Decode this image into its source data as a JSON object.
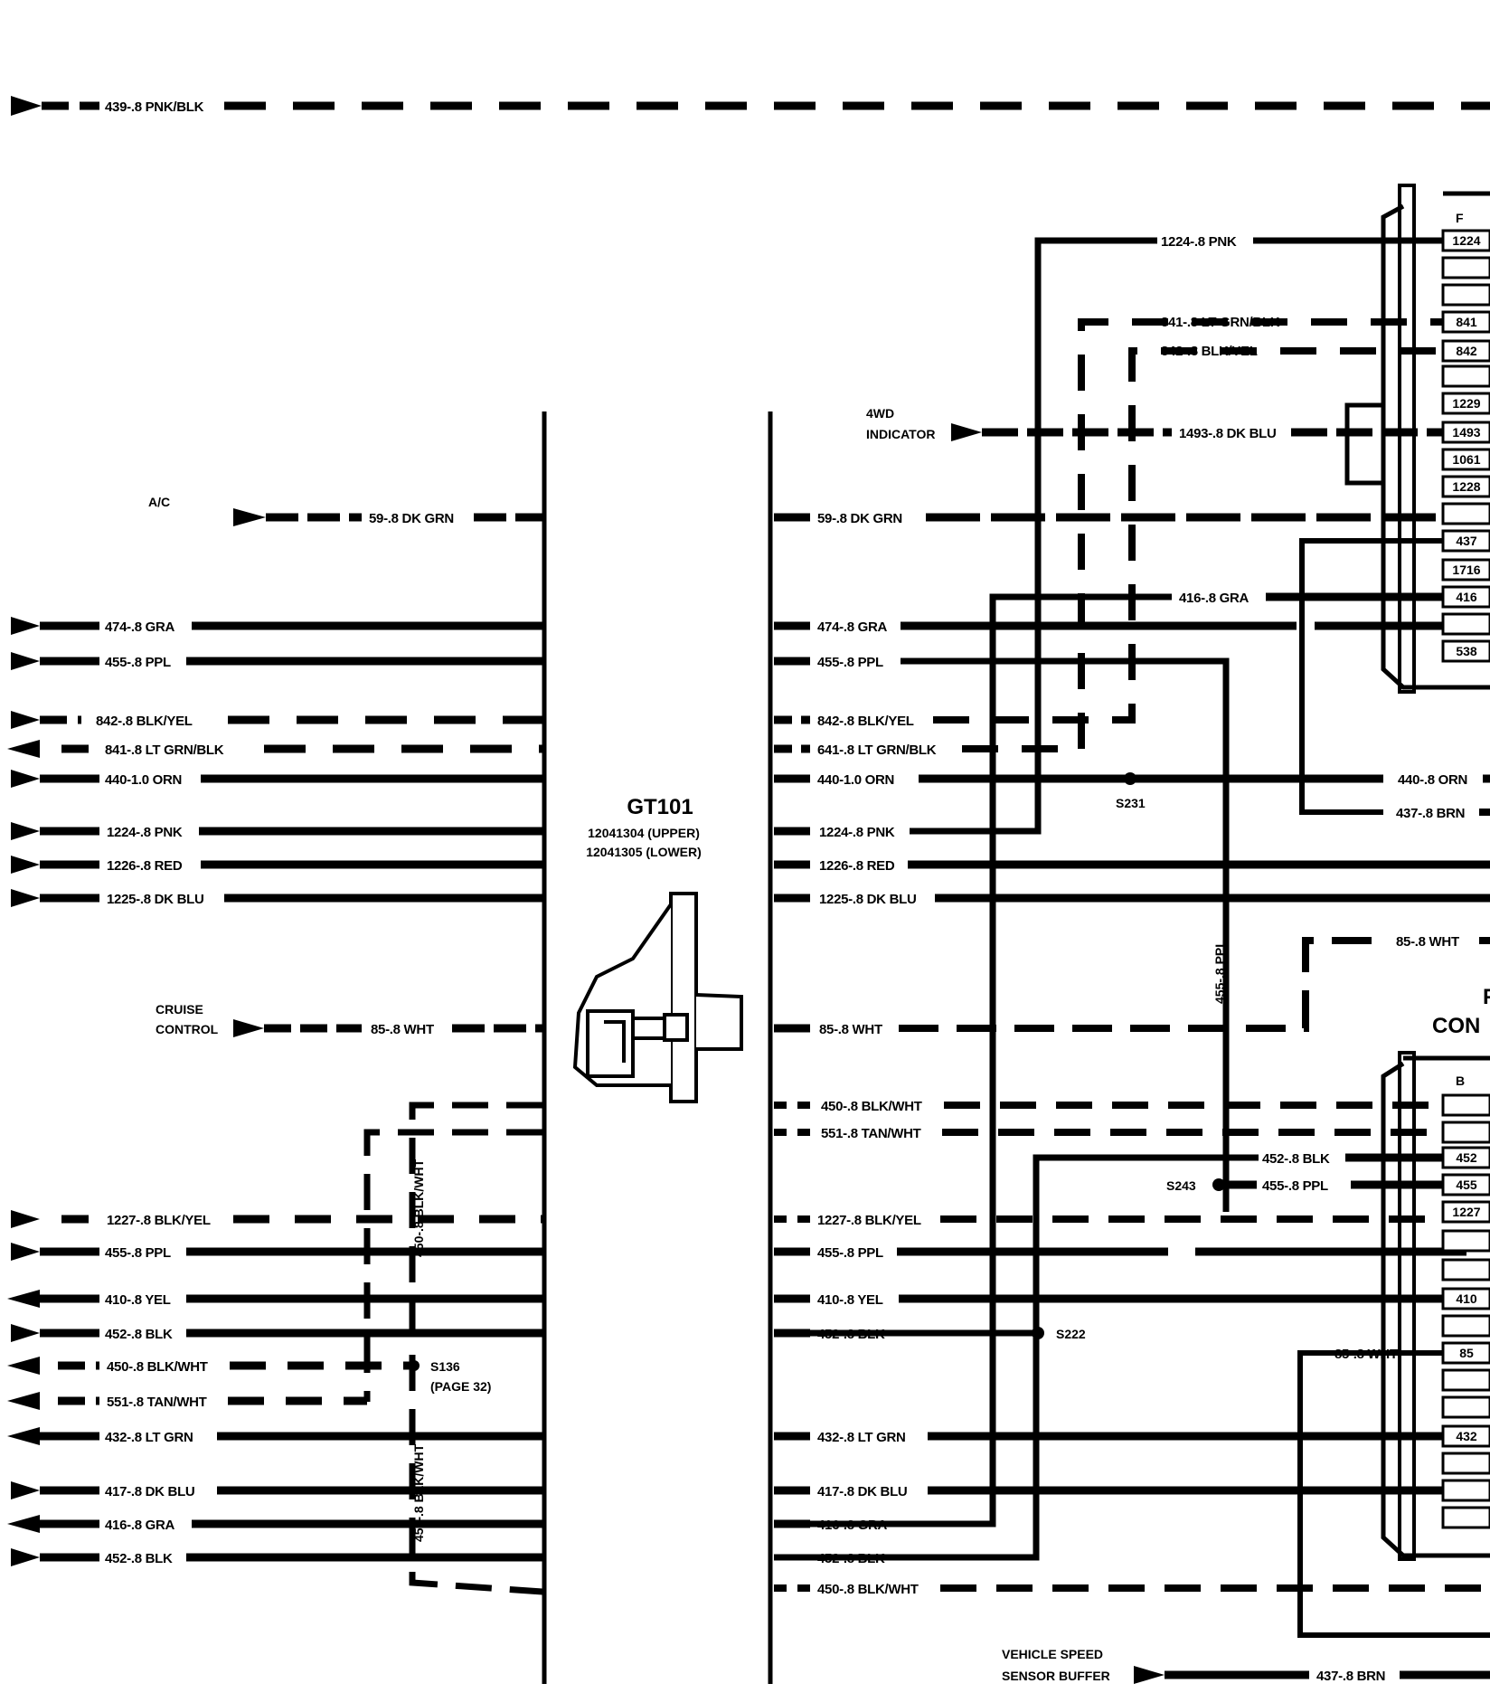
{
  "top_wire": "439-.8 PNK/BLK",
  "connector": {
    "name": "GT101",
    "part_upper": "12041304 (UPPER)",
    "part_lower": "12041305 (LOWER)"
  },
  "sources": {
    "ac": "A/C",
    "cruise_1": "CRUISE",
    "cruise_2": "CONTROL",
    "fwd_1": "4WD",
    "fwd_2": "INDICATOR",
    "vss_1": "VEHICLE SPEED",
    "vss_2": "SENSOR BUFFER"
  },
  "left_wires": {
    "w59": "59-.8 DK GRN",
    "w474": "474-.8 GRA",
    "w455": "455-.8 PPL",
    "w842": "842-.8 BLK/YEL",
    "w841": "841-.8 LT GRN/BLK",
    "w440": "440-1.0 ORN",
    "w1224": "1224-.8 PNK",
    "w1226": "1226-.8 RED",
    "w1225": "1225-.8 DK BLU",
    "w85": "85-.8 WHT",
    "w1227": "1227-.8 BLK/YEL",
    "w455b": "455-.8 PPL",
    "w410": "410-.8 YEL",
    "w452": "452-.8 BLK",
    "w450": "450-.8 BLK/WHT",
    "w551": "551-.8 TAN/WHT",
    "w432": "432-.8 LT GRN",
    "w417": "417-.8 DK BLU",
    "w416": "416-.8 GRA",
    "w452b": "452-.8 BLK"
  },
  "right_wires": {
    "w59": "59-.8 DK GRN",
    "w474": "474-.8 GRA",
    "w455": "455-.8 PPL",
    "w842": "842-.8 BLK/YEL",
    "w841": "641-.8 LT GRN/BLK",
    "w440": "440-1.0 ORN",
    "w1224": "1224-.8 PNK",
    "w1226": "1226-.8 RED",
    "w1225": "1225-.8 DK BLU",
    "w85": "85-.8 WHT",
    "w450": "450-.8 BLK/WHT",
    "w551": "551-.8 TAN/WHT",
    "w1227": "1227-.8 BLK/YEL",
    "w455b": "455-.8 PPL",
    "w410": "410-.8 YEL",
    "w452": "452-.8 BLK",
    "w432": "432-.8 LT GRN",
    "w417": "417-.8 DK BLU",
    "w416": "416-.8 GRA",
    "w452b": "452-.8 BLK",
    "w450b": "450-.8 BLK/WHT"
  },
  "far_wires": {
    "w1224": "1224-.8 PNK",
    "w841": "841-.8 LT GRN/BLK",
    "w842": "842-.8 BLK/YEL",
    "w1493": "1493-.8 DK BLU",
    "w416": "416-.8 GRA",
    "w440": "440-.8 ORN",
    "w437": "437-.8 BRN",
    "w85": "85-.8 WHT",
    "w452": "452-.8 BLK",
    "w455": "455-.8 PPL",
    "w85b": "85-.8 WHT",
    "w437b": "437-.8 BRN",
    "v455": "455-.8 PPL",
    "v450a": "450-.8 BLK/WHT",
    "v450b": "450-.8 BLK/WHT"
  },
  "splices": {
    "s231": "S231",
    "s243": "S243",
    "s222": "S222",
    "s136": "S136",
    "s136_ref": "(PAGE 32)"
  },
  "module": {
    "label_1": "F",
    "label_2": "CON",
    "conn_f": "F",
    "conn_b": "B",
    "pins_f": [
      "1224",
      "841",
      "842",
      "1229",
      "1493",
      "1061",
      "1228",
      "437",
      "1716",
      "416",
      "538"
    ],
    "pins_b": [
      "452",
      "455",
      "1227",
      "410",
      "85",
      "432"
    ]
  }
}
